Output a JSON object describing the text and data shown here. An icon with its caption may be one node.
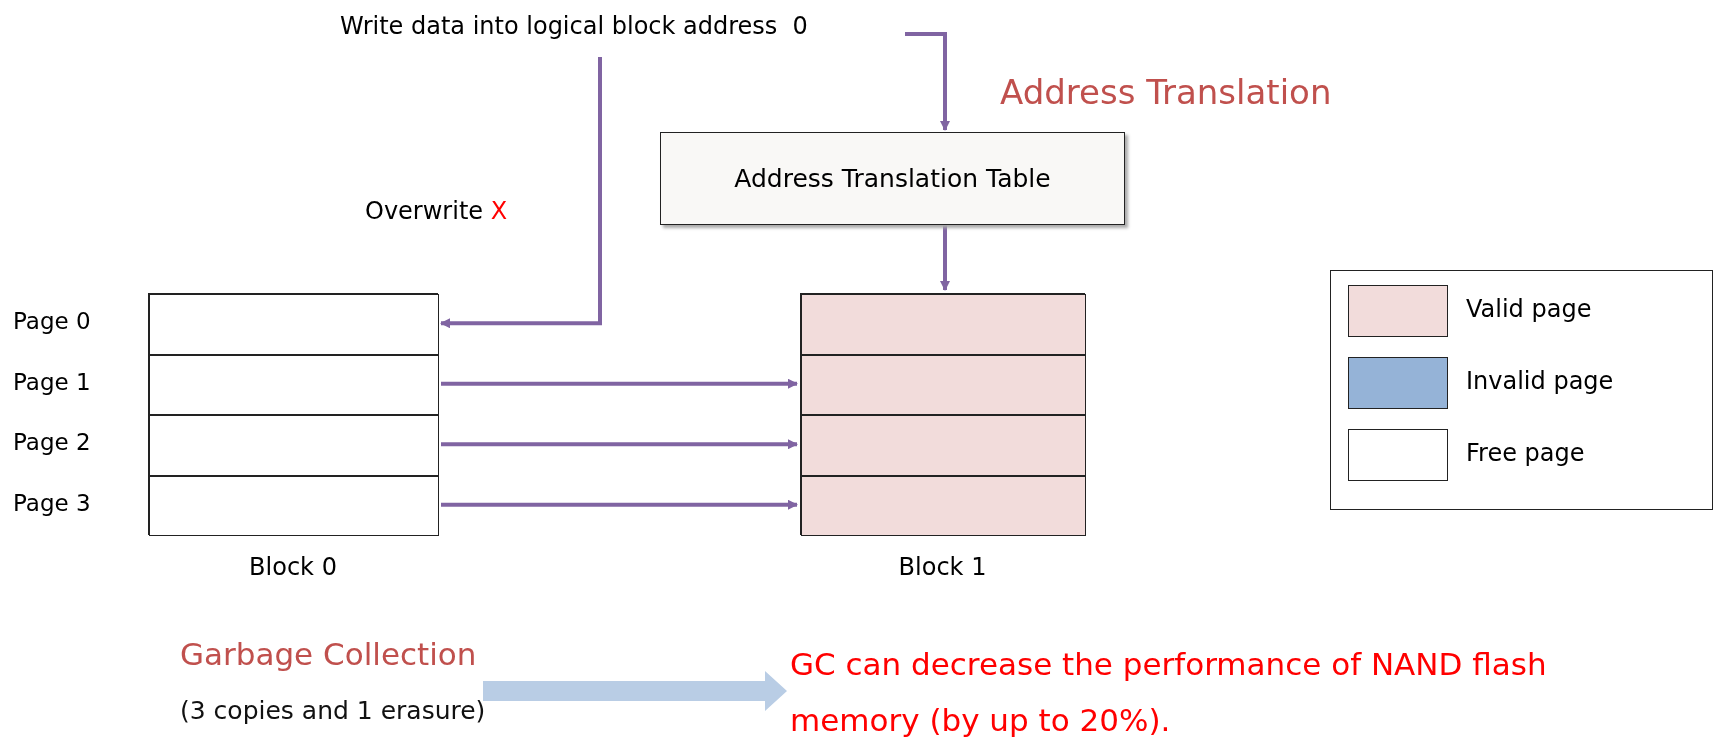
{
  "diagram": {
    "nodes": [
      {
        "text": [
          "Write data into logical block address  0"
        ]
      },
      {
        "text": [
          "Address Translation Table"
        ]
      },
      {
        "text": [
          "Block 0"
        ]
      },
      {
        "text": [],
        "shape": "box",
        "in": 2,
        "beside": [
          "Page 0"
        ]
      },
      {
        "text": [],
        "shape": "box",
        "in": 2,
        "beside": [
          "Page 1"
        ]
      },
      {
        "text": [],
        "shape": "box",
        "in": 2,
        "beside": [
          "Page 2"
        ]
      },
      {
        "text": [],
        "shape": "box",
        "in": 2,
        "beside": [
          "Page 3"
        ]
      },
      {
        "text": [
          "Block 1"
        ]
      },
      {
        "text": [],
        "shape": "box",
        "in": 7
      },
      {
        "text": [],
        "shape": "box",
        "in": 7
      },
      {
        "text": [],
        "shape": "box",
        "in": 7
      },
      {
        "text": [],
        "shape": "box",
        "in": 7
      },
      {
        "text": [
          "Garbage Collection",
          "(3 copies and 1 erasure)"
        ]
      },
      {
        "text": [
          "GC can decrease the performance of NAND flash memory (by up to 20%)."
        ]
      }
    ],
    "edges": [
      {
        "from": 0,
        "to": 3,
        "arrow": "to",
        "label": "Overwrite X"
      },
      {
        "from": 0,
        "to": 1,
        "arrow": "to"
      },
      {
        "from": 1,
        "to": 8,
        "arrow": "to"
      },
      {
        "from": 4,
        "to": 9,
        "arrow": "to"
      },
      {
        "from": 5,
        "to": 10,
        "arrow": "to"
      },
      {
        "from": 6,
        "to": 11,
        "arrow": "to"
      },
      {
        "from": 12,
        "to": 13,
        "arrow": "to",
        "style": "thick",
        "color": "#b9cde5"
      }
    ],
    "labels": [
      "Address Translation"
    ],
    "legend": [
      {
        "text": "Valid page",
        "color": "#f2dcdb"
      },
      {
        "text": "Invalid page",
        "color": "#95b3d7"
      },
      {
        "text": "Free page",
        "color": "#ffffff"
      }
    ]
  }
}
